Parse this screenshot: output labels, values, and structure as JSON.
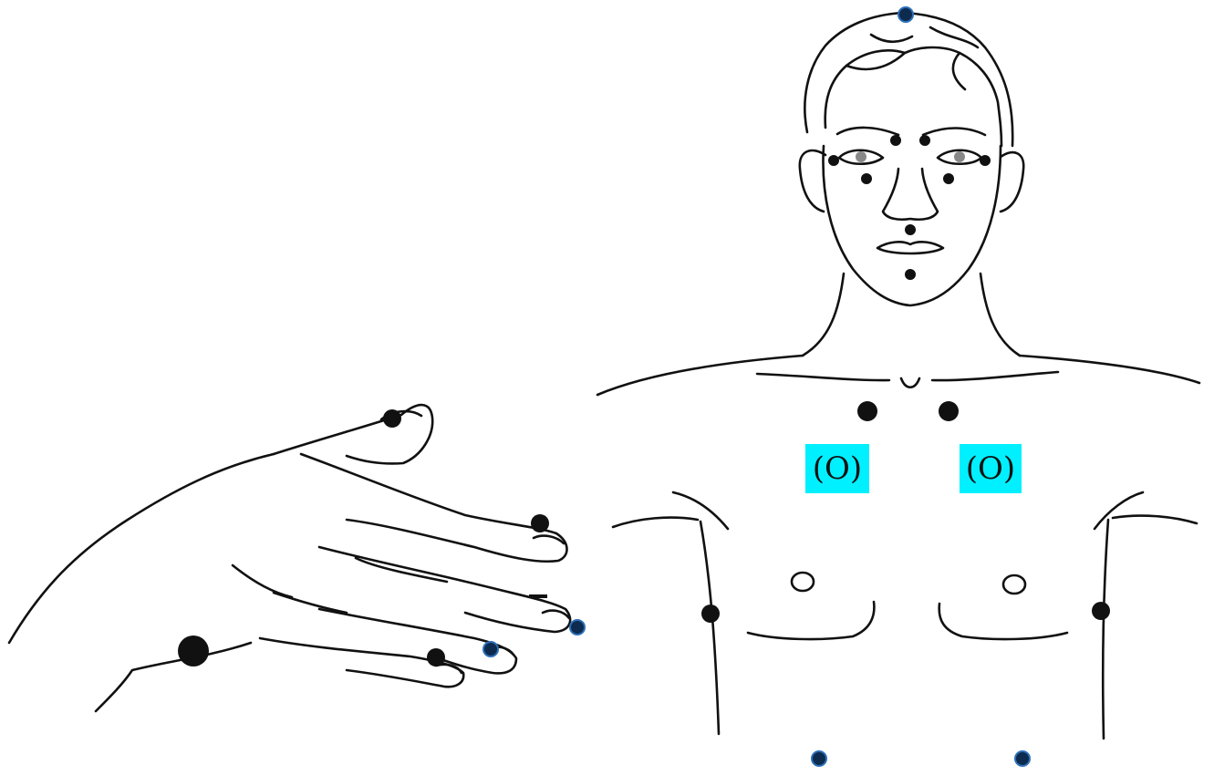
{
  "labels": {
    "left_collarbone_label": "(O)",
    "right_collarbone_label": "(O)"
  },
  "colors": {
    "background": "#ffffff",
    "line": "#111111",
    "point": "#111111",
    "point_outlined_fill": "#0d2b4f",
    "point_outlined_stroke": "#2c6fb8",
    "label_highlight": "#00f0ff"
  },
  "points": [
    {
      "name": "crown-point",
      "style": "outlined"
    },
    {
      "name": "inner-eyebrow-point-left",
      "style": "solid"
    },
    {
      "name": "inner-eyebrow-point-right",
      "style": "solid"
    },
    {
      "name": "outer-eye-point-left",
      "style": "solid"
    },
    {
      "name": "outer-eye-point-right",
      "style": "solid"
    },
    {
      "name": "under-eye-point-left",
      "style": "solid"
    },
    {
      "name": "under-eye-point-right",
      "style": "solid"
    },
    {
      "name": "under-nose-point",
      "style": "solid"
    },
    {
      "name": "chin-point",
      "style": "solid"
    },
    {
      "name": "collarbone-point-left",
      "style": "solid"
    },
    {
      "name": "collarbone-point-right",
      "style": "solid"
    },
    {
      "name": "under-arm-point-left",
      "style": "solid"
    },
    {
      "name": "under-arm-point-right",
      "style": "solid"
    },
    {
      "name": "rib-point-left",
      "style": "outlined"
    },
    {
      "name": "rib-point-right",
      "style": "outlined"
    },
    {
      "name": "thumb-point",
      "style": "solid"
    },
    {
      "name": "index-finger-point",
      "style": "solid"
    },
    {
      "name": "middle-finger-point",
      "style": "outlined"
    },
    {
      "name": "ring-finger-point",
      "style": "outlined"
    },
    {
      "name": "little-finger-point",
      "style": "solid"
    },
    {
      "name": "karate-chop-point",
      "style": "solid"
    }
  ]
}
